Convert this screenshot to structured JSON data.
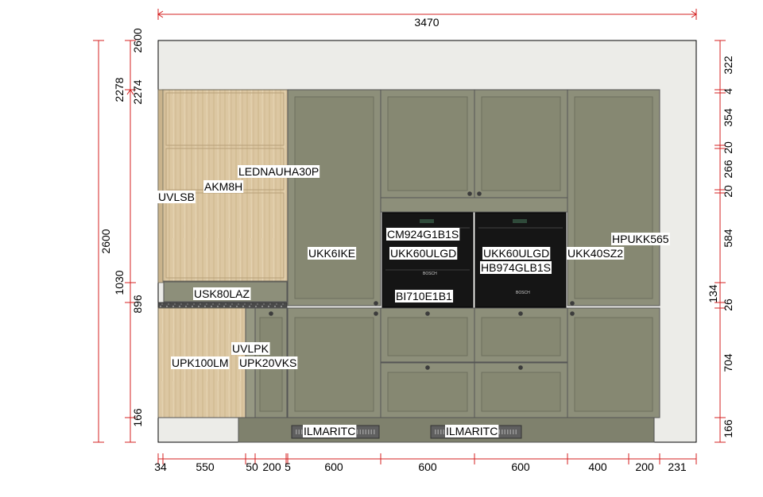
{
  "colors": {
    "dimension": "#d42020",
    "wall": "#ecece8",
    "door": "#8d8f7a",
    "door_panel": "#868872",
    "wood": "#dcc7a2",
    "oven": "#151515",
    "countertop": "#4a4a4a",
    "vent": "#5f5f5f",
    "plinth": "#7f816d"
  },
  "dimensions": {
    "total_width": "3470",
    "bottom_widths": [
      "34",
      "550",
      "50",
      "200",
      "5",
      "600",
      "600",
      "600",
      "400",
      "200",
      "231"
    ],
    "left_heights": {
      "overall": "2600",
      "top": "2600",
      "tall_unit": "2278",
      "tall_unit_inner": "2274",
      "upper_start": "1030",
      "base": "896",
      "plinth": "166"
    },
    "right_heights": [
      "322",
      "4",
      "354",
      "20",
      "266",
      "20",
      "584",
      "134",
      "26",
      "704",
      "166"
    ]
  },
  "labels": {
    "led_light": "LEDNAUHA30P",
    "akm": "AKM8H",
    "uvlsb": "UVLSB",
    "usk": "USK80LAZ",
    "uvlpk": "UVLPK",
    "upk100": "UPK100LM",
    "upk20": "UPK20VKS",
    "ukk6ike": "UKK6IKE",
    "cm924": "CM924G1B1S",
    "ukk60_left": "UKK60ULGD",
    "bi710": "BI710E1B1",
    "ukk60_right": "UKK60ULGD",
    "hb974": "HB974GLB1S",
    "ukk40": "UKK40SZ2",
    "hpukk": "HPUKK565",
    "vent_left": "ILMARITC",
    "vent_right": "ILMARITC"
  }
}
